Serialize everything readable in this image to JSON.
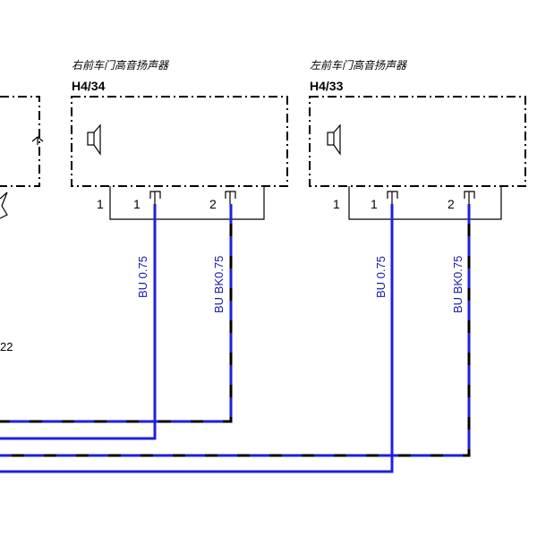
{
  "components": [
    {
      "name": "右前车门高音扬声器",
      "code": "H4/34",
      "pins": [
        "1",
        "1",
        "2"
      ]
    },
    {
      "name": "左前车门高音扬声器",
      "code": "H4/33",
      "pins": [
        "1",
        "1",
        "2"
      ]
    }
  ],
  "wires": [
    {
      "label": "BU  0.75",
      "color": "#1f1fe0"
    },
    {
      "label": "BU BK0.75",
      "color": "#000000"
    },
    {
      "label": "BU  0.75",
      "color": "#1f1fe0"
    },
    {
      "label": "BU BK0.75",
      "color": "#000000"
    }
  ],
  "edge_fragment": {
    "text": "22"
  },
  "colors": {
    "blue_wire": "#1f1fe0",
    "black_wire": "#000000"
  }
}
